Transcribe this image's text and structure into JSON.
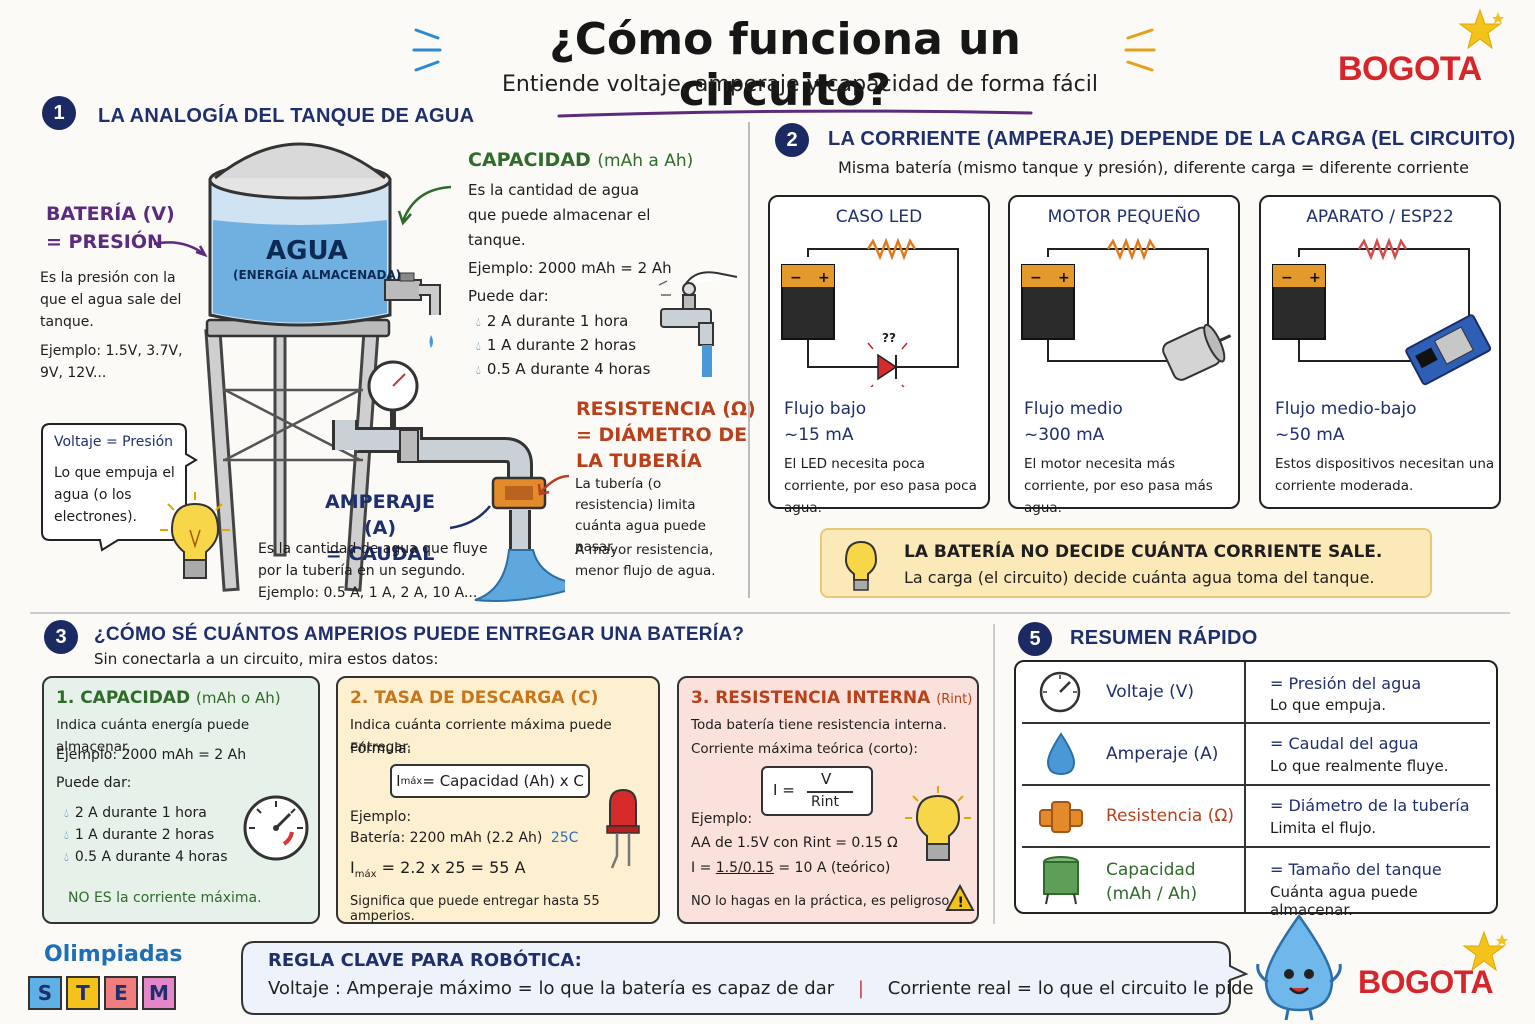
{
  "header": {
    "title": "¿Cómo funciona un circuito?",
    "subtitle": "Entiende voltaje, amperaje y capacidad de forma fácil",
    "logo_text": "BOGOTA"
  },
  "s1": {
    "num": "1",
    "title": "LA ANALOGÍA DEL TANQUE DE AGUA",
    "tank_label": "AGUA",
    "tank_sub": "(ENERGÍA ALMACENADA)",
    "bateria_t1": "BATERÍA (V)",
    "bateria_t2": "= PRESIÓN",
    "bateria_body": "Es la presión con la que el agua sale del tanque.",
    "bateria_ex": "Ejemplo: 1.5V, 3.7V, 9V, 12V...",
    "cap_title": "CAPACIDAD",
    "cap_unit": "(mAh a Ah)",
    "cap_body": "Es la cantidad de agua que puede almacenar el tanque.",
    "cap_ex": "Ejemplo: 2000 mAh = 2 Ah",
    "cap_puede": "Puede dar:",
    "cap_items": [
      "2 A durante 1 hora",
      "1 A durante 2 horas",
      "0.5 A durante 4 horas"
    ],
    "bubble_title": "Voltaje = Presión",
    "bubble_body": "Lo que empuja el agua (o los electrones).",
    "amp_t1": "AMPERAJE (A)",
    "amp_t2": "= CAUDAL",
    "amp_body": "Es la cantidad de agua que fluye por la tubería en un segundo.",
    "amp_ex": "Ejemplo: 0.5 A, 1 A, 2 A, 10 A...",
    "res_t1": "RESISTENCIA (Ω)",
    "res_t2": "= DIÁMETRO DE",
    "res_t3": "LA TUBERÍA",
    "res_body": "La tubería (o resistencia) limita cuánta agua puede pasar.",
    "res_body2": "A mayor resistencia, menor flujo de agua."
  },
  "s2": {
    "num": "2",
    "title": "LA CORRIENTE (AMPERAJE) DEPENDE DE LA CARGA (EL CIRCUITO)",
    "subtitle": "Misma batería (mismo tanque y presión), diferente carga = diferente corriente",
    "cases": [
      {
        "title": "CASO LED",
        "flow": "Flujo bajo",
        "value": "~15 mA",
        "desc": "El LED necesita poca corriente, por eso pasa poca agua."
      },
      {
        "title": "MOTOR PEQUEÑO",
        "flow": "Flujo medio",
        "value": "~300 mA",
        "desc": "El motor necesita más corriente, por eso pasa más agua."
      },
      {
        "title": "APARATO / ESP22",
        "flow": "Flujo medio-bajo",
        "value": "~50 mA",
        "desc": "Estos dispositivos necesitan una corriente moderada."
      }
    ],
    "led_marks": "??",
    "note_title": "LA BATERÍA NO DECIDE CUÁNTA CORRIENTE SALE.",
    "note_body": "La carga (el circuito) decide cuánta agua toma del tanque."
  },
  "s3": {
    "num": "3",
    "title": "¿CÓMO SÉ CUÁNTOS AMPERIOS PUEDE ENTREGAR UNA BATERÍA?",
    "subtitle": "Sin conectarla a un circuito, mira estos datos:",
    "c1": {
      "title": "1. CAPACIDAD",
      "unit": "(mAh o Ah)",
      "body": "Indica cuánta energía puede almacenar.",
      "ex": "Ejemplo: 2000 mAh = 2 Ah",
      "puede": "Puede dar:",
      "items": [
        "2 A durante 1 hora",
        "1 A durante 2 horas",
        "0.5 A durante 4 horas"
      ],
      "note": "NO ES la corriente máxima."
    },
    "c2": {
      "title": "2. TASA DE DESCARGA (C)",
      "body": "Indica cuánta corriente máxima puede entregar.",
      "formula_label": "Fórmula:",
      "formula_i": "I",
      "formula_sub": "máx",
      "formula_rest": " = Capacidad (Ah) x C",
      "ex_label": "Ejemplo:",
      "ex_line": "Batería: 2200 mAh  (2.2 Ah)",
      "ex_c": "25C",
      "calc_i": "I",
      "calc_sub": "máx",
      "calc_rest": " = 2.2 x 25 = 55 A",
      "note": "Significa que puede entregar hasta 55 amperios."
    },
    "c3": {
      "title": "3. RESISTENCIA INTERNA",
      "unit": "(Rint)",
      "body": "Toda batería tiene resistencia interna.",
      "sub": "Corriente máxima teórica (corto):",
      "f_i": "I =",
      "f_num": "V",
      "f_den": "Rint",
      "ex_label": "Ejemplo:",
      "ex_line": "AA de 1.5V con Rint = 0.15 Ω",
      "calc_i": "I = ",
      "calc_frac": "1.5/0.15",
      "calc_rest": " = 10 A (teórico)",
      "note": "NO lo hagas en la práctica, es peligroso."
    }
  },
  "s5": {
    "num": "5",
    "title": "RESUMEN RÁPIDO",
    "rows": [
      {
        "label": "Voltaje (V)",
        "label2": "",
        "t": "= Presión del agua",
        "d": "Lo que empuja.",
        "color": "#1f2f6e"
      },
      {
        "label": "Amperaje (A)",
        "label2": "",
        "t": "= Caudal del agua",
        "d": "Lo que realmente fluye.",
        "color": "#1f2f6e"
      },
      {
        "label": "Resistencia (Ω)",
        "label2": "",
        "t": "= Diámetro de la tubería",
        "d": "Limita el flujo.",
        "color": "#b8401b"
      },
      {
        "label": "Capacidad",
        "label2": "(mAh / Ah)",
        "t": "= Tamaño del tanque",
        "d": "Cuánta agua puede almacenar.",
        "color": "#2f6b2a"
      }
    ]
  },
  "footer": {
    "olimpiadas": "Olimpiadas",
    "stem": [
      "S",
      "T",
      "E",
      "M"
    ],
    "rule_title": "REGLA CLAVE PARA ROBÓTICA:",
    "rule_a": "Voltaje : Amperaje máximo = lo que la batería es capaz de dar",
    "rule_sep": "|",
    "rule_b": "Corriente real = lo que el circuito le pide",
    "logo_text": "BOGOTA"
  },
  "colors": {
    "navy": "#1f2f6e",
    "green": "#2f6b2a",
    "orange": "#b8401b",
    "logo_red": "#d7262b",
    "card1_bg": "#e6f1ea",
    "card2_bg": "#fdf0d0",
    "card3_bg": "#fbe1dc",
    "note_bg": "#fbe9b8"
  }
}
